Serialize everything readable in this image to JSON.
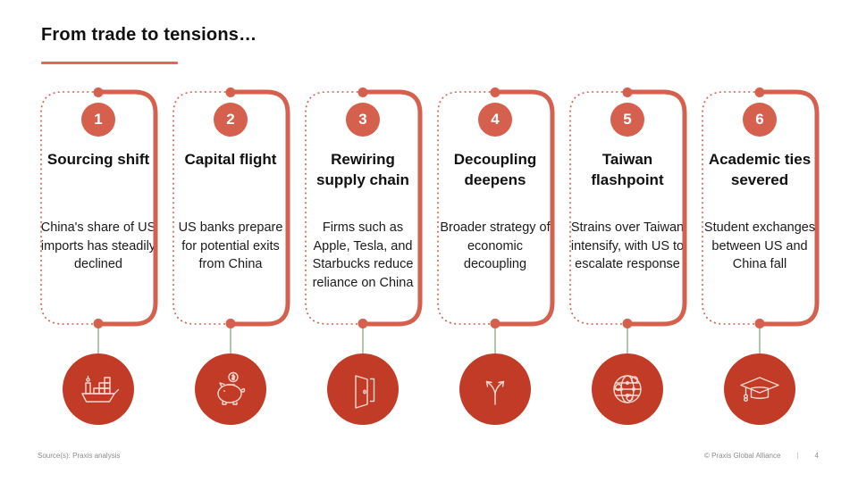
{
  "slide": {
    "title": "From trade to tensions…",
    "accent_color": "#d6604e",
    "icon_circle_color": "#c13b26",
    "connector_color": "#b5c5a8"
  },
  "cards": [
    {
      "number": "1",
      "title": "Sourcing shift",
      "body": "China's share of US imports has steadily declined",
      "icon": "cargo-ship-icon"
    },
    {
      "number": "2",
      "title": "Capital flight",
      "body": "US banks prepare for potential exits from China",
      "icon": "piggy-bank-icon"
    },
    {
      "number": "3",
      "title": "Rewiring supply chain",
      "body": "Firms such as Apple, Tesla, and Starbucks reduce reliance on China",
      "icon": "open-door-icon"
    },
    {
      "number": "4",
      "title": "Decoupling deepens",
      "body": "Broader strategy of economic decoupling",
      "icon": "diverging-arrows-icon"
    },
    {
      "number": "5",
      "title": "Taiwan flashpoint",
      "body": "Strains over Taiwan intensify, with US to escalate response",
      "icon": "globe-network-icon"
    },
    {
      "number": "6",
      "title": "Academic ties severed",
      "body": "Student exchanges between US and China fall",
      "icon": "graduation-cap-icon"
    }
  ],
  "footer": {
    "source": "Source(s): Praxis analysis",
    "copyright": "© Praxis Global Alliance",
    "separator": "|",
    "page_number": "4"
  }
}
